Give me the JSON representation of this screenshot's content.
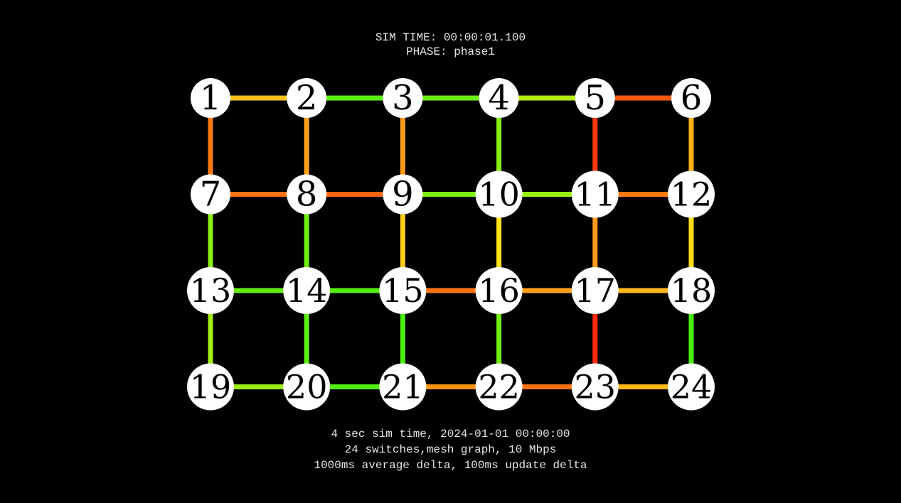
{
  "header": {
    "sim_time": "SIM TIME: 00:00:01.100",
    "phase": "PHASE: phase1"
  },
  "footer": {
    "line1": "4 sec sim time, 2024-01-01 00:00:00",
    "line2": "24 switches,mesh graph, 10 Mbps",
    "line3": "1000ms average delta, 100ms update delta"
  },
  "graph": {
    "rows": 4,
    "cols": 6,
    "node_color": "#ffffff",
    "nodes": [
      {
        "id": 1,
        "label": "1"
      },
      {
        "id": 2,
        "label": "2"
      },
      {
        "id": 3,
        "label": "3"
      },
      {
        "id": 4,
        "label": "4"
      },
      {
        "id": 5,
        "label": "5"
      },
      {
        "id": 6,
        "label": "6"
      },
      {
        "id": 7,
        "label": "7"
      },
      {
        "id": 8,
        "label": "8"
      },
      {
        "id": 9,
        "label": "9"
      },
      {
        "id": 10,
        "label": "10"
      },
      {
        "id": 11,
        "label": "11"
      },
      {
        "id": 12,
        "label": "12"
      },
      {
        "id": 13,
        "label": "13"
      },
      {
        "id": 14,
        "label": "14"
      },
      {
        "id": 15,
        "label": "15"
      },
      {
        "id": 16,
        "label": "16"
      },
      {
        "id": 17,
        "label": "17"
      },
      {
        "id": 18,
        "label": "18"
      },
      {
        "id": 19,
        "label": "19"
      },
      {
        "id": 20,
        "label": "20"
      },
      {
        "id": 21,
        "label": "21"
      },
      {
        "id": 22,
        "label": "22"
      },
      {
        "id": 23,
        "label": "23"
      },
      {
        "id": 24,
        "label": "24"
      }
    ],
    "edges": [
      {
        "from": 1,
        "to": 2,
        "color": "#ffc21a"
      },
      {
        "from": 2,
        "to": 3,
        "color": "#5aee10"
      },
      {
        "from": 3,
        "to": 4,
        "color": "#6cee10"
      },
      {
        "from": 4,
        "to": 5,
        "color": "#b4ee10"
      },
      {
        "from": 5,
        "to": 6,
        "color": "#ff5a10"
      },
      {
        "from": 7,
        "to": 8,
        "color": "#ff7010"
      },
      {
        "from": 8,
        "to": 9,
        "color": "#ff6410"
      },
      {
        "from": 9,
        "to": 10,
        "color": "#7cee10"
      },
      {
        "from": 10,
        "to": 11,
        "color": "#9aee10"
      },
      {
        "from": 11,
        "to": 12,
        "color": "#ff7a10"
      },
      {
        "from": 13,
        "to": 14,
        "color": "#62ee10"
      },
      {
        "from": 14,
        "to": 15,
        "color": "#54ee10"
      },
      {
        "from": 15,
        "to": 16,
        "color": "#ff7410"
      },
      {
        "from": 16,
        "to": 17,
        "color": "#ffa21a"
      },
      {
        "from": 17,
        "to": 18,
        "color": "#ffb81a"
      },
      {
        "from": 19,
        "to": 20,
        "color": "#9aee10"
      },
      {
        "from": 20,
        "to": 21,
        "color": "#50ee10"
      },
      {
        "from": 21,
        "to": 22,
        "color": "#ff9410"
      },
      {
        "from": 22,
        "to": 23,
        "color": "#ff7210"
      },
      {
        "from": 23,
        "to": 24,
        "color": "#ffb81a"
      },
      {
        "from": 1,
        "to": 7,
        "color": "#ff7a10"
      },
      {
        "from": 2,
        "to": 8,
        "color": "#ffa01a"
      },
      {
        "from": 3,
        "to": 9,
        "color": "#ff9a1a"
      },
      {
        "from": 4,
        "to": 10,
        "color": "#88ee10"
      },
      {
        "from": 5,
        "to": 11,
        "color": "#ff3a10"
      },
      {
        "from": 6,
        "to": 12,
        "color": "#ffb01a"
      },
      {
        "from": 7,
        "to": 13,
        "color": "#8aee10"
      },
      {
        "from": 8,
        "to": 14,
        "color": "#6cee10"
      },
      {
        "from": 9,
        "to": 15,
        "color": "#ffcc1a"
      },
      {
        "from": 10,
        "to": 16,
        "color": "#ffe41a"
      },
      {
        "from": 11,
        "to": 17,
        "color": "#ff9a1a"
      },
      {
        "from": 12,
        "to": 18,
        "color": "#ffdc1a"
      },
      {
        "from": 13,
        "to": 19,
        "color": "#a6ee10"
      },
      {
        "from": 14,
        "to": 20,
        "color": "#5aee10"
      },
      {
        "from": 15,
        "to": 21,
        "color": "#4aee10"
      },
      {
        "from": 16,
        "to": 22,
        "color": "#70ee10"
      },
      {
        "from": 17,
        "to": 23,
        "color": "#ff2a10"
      },
      {
        "from": 18,
        "to": 24,
        "color": "#4aee10"
      }
    ]
  }
}
